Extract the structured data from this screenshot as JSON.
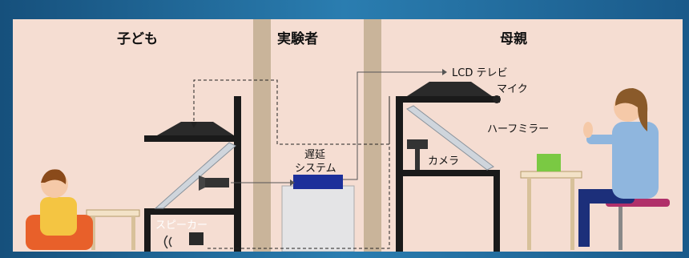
{
  "rooms": {
    "child": "子ども",
    "experimenter": "実験者",
    "mother": "母親"
  },
  "labels": {
    "lcd_tv": "LCD テレビ",
    "mic": "マイク",
    "half_mirror": "ハーフミラー",
    "camera": "カメラ",
    "delay_system_line1": "遅延",
    "delay_system_line2": "システム",
    "speaker": "スピーカー"
  },
  "colors": {
    "wall": "#f5ddd2",
    "partition": "#c9b49a",
    "furniture": "#1a1a1a",
    "delay_box": "#1c2f9a",
    "stool": "#b0306a",
    "green_cube": "#7ac943",
    "shirt": "#8fb6de"
  }
}
